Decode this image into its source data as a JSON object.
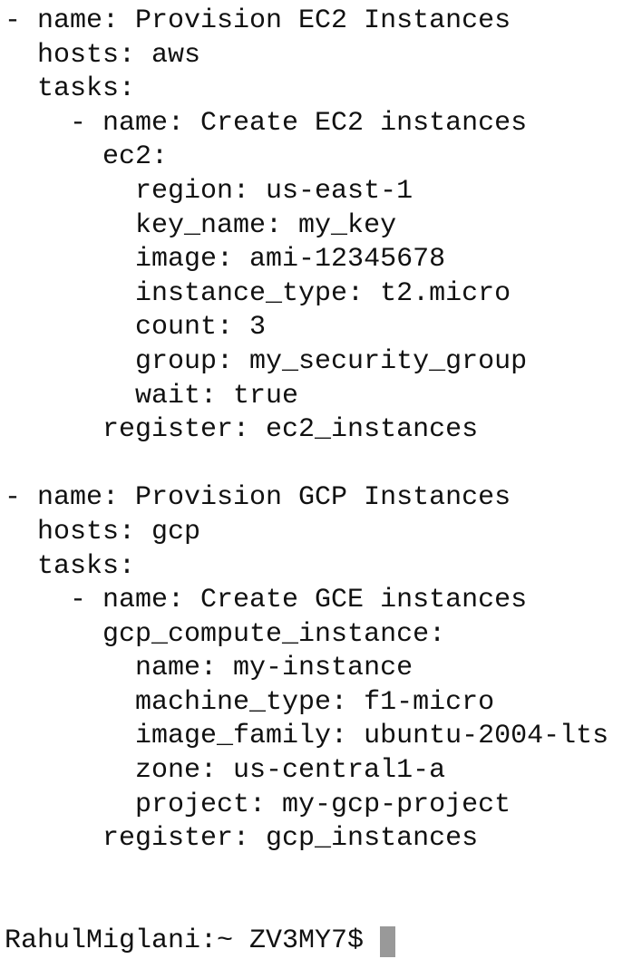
{
  "terminal": {
    "lines": [
      "- name: Provision EC2 Instances",
      "  hosts: aws",
      "  tasks:",
      "    - name: Create EC2 instances",
      "      ec2:",
      "        region: us-east-1",
      "        key_name: my_key",
      "        image: ami-12345678",
      "        instance_type: t2.micro",
      "        count: 3",
      "        group: my_security_group",
      "        wait: true",
      "      register: ec2_instances",
      "",
      "- name: Provision GCP Instances",
      "  hosts: gcp",
      "  tasks:",
      "    - name: Create GCE instances",
      "      gcp_compute_instance:",
      "        name: my-instance",
      "        machine_type: f1-micro",
      "        image_family: ubuntu-2004-lts",
      "        zone: us-central1-a",
      "        project: my-gcp-project",
      "      register: gcp_instances",
      "",
      ""
    ],
    "prompt": "RahulMiglani:~ ZV3MY7$"
  }
}
